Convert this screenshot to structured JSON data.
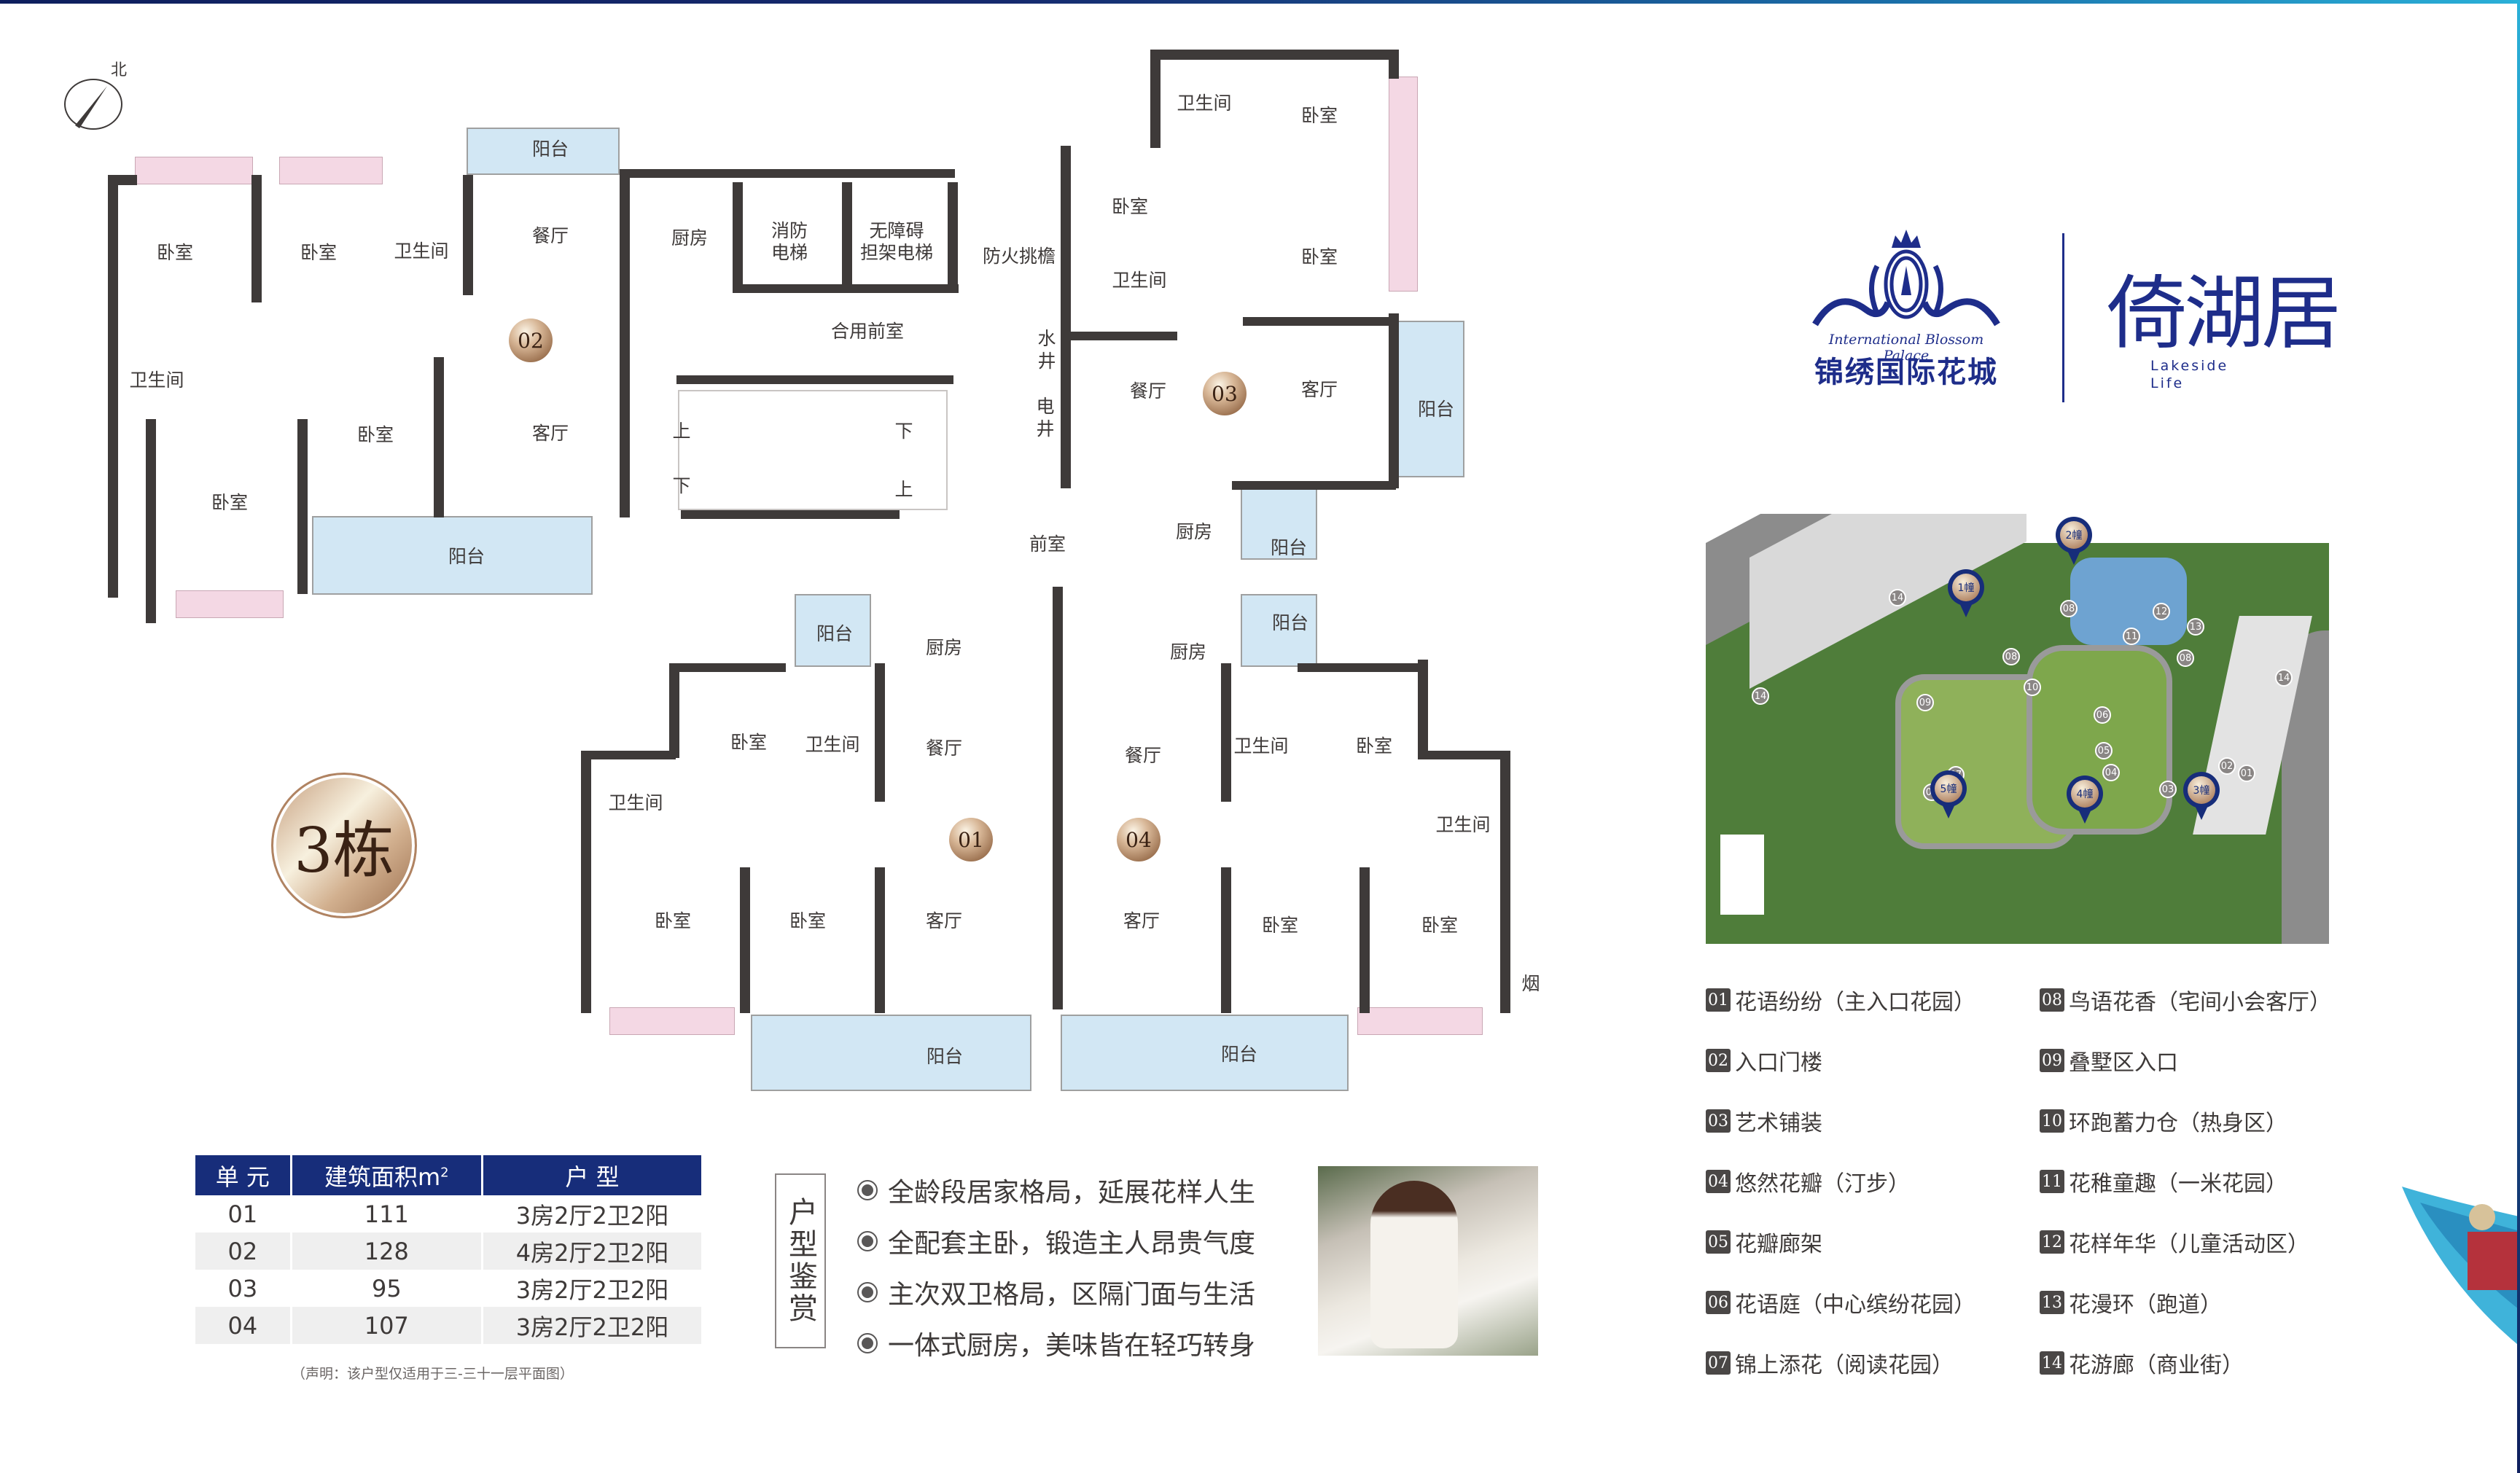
{
  "compass": {
    "label": "北"
  },
  "building_badge": "3栋",
  "floor_plan": {
    "units": [
      {
        "id": "02",
        "rooms": [
          "卧室",
          "卧室",
          "卫生间",
          "餐厅",
          "厨房",
          "卫生间",
          "卧室",
          "客厅",
          "卧室",
          "阳台",
          "阳台"
        ]
      },
      {
        "id": "03",
        "rooms": [
          "卫生间",
          "卧室",
          "卧室",
          "卧室",
          "卫生间",
          "餐厅",
          "客厅",
          "阳台",
          "厨房",
          "阳台"
        ]
      },
      {
        "id": "01",
        "rooms": [
          "阳台",
          "厨房",
          "卧室",
          "卫生间",
          "餐厅",
          "卫生间",
          "卧室",
          "卧室",
          "客厅",
          "阳台"
        ]
      },
      {
        "id": "04",
        "rooms": [
          "阳台",
          "厨房",
          "餐厅",
          "卫生间",
          "卧室",
          "卫生间",
          "客厅",
          "卧室",
          "卧室",
          "阳台"
        ]
      }
    ],
    "core": {
      "kitchen": "厨房",
      "fire_elevator": "消防\n电梯",
      "accessible_elevator": "无障碍\n担架电梯",
      "fire_eave": "防火挑檐",
      "shared_lobby": "合用前室",
      "water_shaft": "水井",
      "electric_shaft": "电井",
      "lobby": "前室",
      "stair_up": "上",
      "stair_down": "下",
      "flue": "烟"
    }
  },
  "table": {
    "headers": [
      "单 元",
      "建筑面积m",
      "户 型"
    ],
    "sup": "2",
    "rows": [
      [
        "01",
        "111",
        "3房2厅2卫2阳"
      ],
      [
        "02",
        "128",
        "4房2厅2卫2阳"
      ],
      [
        "03",
        "95",
        "3房2厅2卫2阳"
      ],
      [
        "04",
        "107",
        "3房2厅2卫2阳"
      ]
    ],
    "note": "（声明：该户型仅适用于三-三十一层平面图）"
  },
  "features": {
    "title": "户型鉴赏",
    "items": [
      "全龄段居家格局，延展花样人生",
      "全配套主卧，锻造主人昂贵气度",
      "主次双卫格局，区隔门面与生活",
      "一体式厨房，美味皆在轻巧转身"
    ]
  },
  "logo": {
    "english": "International Blossom Palace",
    "chinese": "锦绣国际花城",
    "brand_cn": "倚湖居",
    "brand_en_1": "Lakeside",
    "brand_en_2": "Life",
    "color": "#1e2d8a"
  },
  "site_plan": {
    "pins": [
      "1幢",
      "2幢",
      "3幢",
      "4幢",
      "5幢"
    ],
    "markers": [
      "01",
      "02",
      "03",
      "04",
      "05",
      "06",
      "07",
      "08",
      "08",
      "08",
      "08",
      "08",
      "09",
      "10",
      "11",
      "12",
      "13",
      "14",
      "14",
      "14"
    ]
  },
  "legend": {
    "left": [
      {
        "num": "01",
        "text": "花语纷纷（主入口花园）"
      },
      {
        "num": "02",
        "text": "入口门楼"
      },
      {
        "num": "03",
        "text": "艺术铺装"
      },
      {
        "num": "04",
        "text": "悠然花瓣（汀步）"
      },
      {
        "num": "05",
        "text": "花瓣廊架"
      },
      {
        "num": "06",
        "text": "花语庭（中心缤纷花园）"
      },
      {
        "num": "07",
        "text": "锦上添花（阅读花园）"
      }
    ],
    "right": [
      {
        "num": "08",
        "text": "鸟语花香（宅间小会客厅）"
      },
      {
        "num": "09",
        "text": "叠墅区入口"
      },
      {
        "num": "10",
        "text": "环跑蓄力仓（热身区）"
      },
      {
        "num": "11",
        "text": "花稚童趣（一米花园）"
      },
      {
        "num": "12",
        "text": "花样年华（儿童活动区）"
      },
      {
        "num": "13",
        "text": "花漫环（跑道）"
      },
      {
        "num": "14",
        "text": "花游廊（商业街）"
      }
    ]
  },
  "colors": {
    "wall": "#3e3a39",
    "balcony": "#d2e7f4",
    "window": "#f4d8e4",
    "table_header": "#172d7a",
    "brand": "#1e2d8a"
  }
}
